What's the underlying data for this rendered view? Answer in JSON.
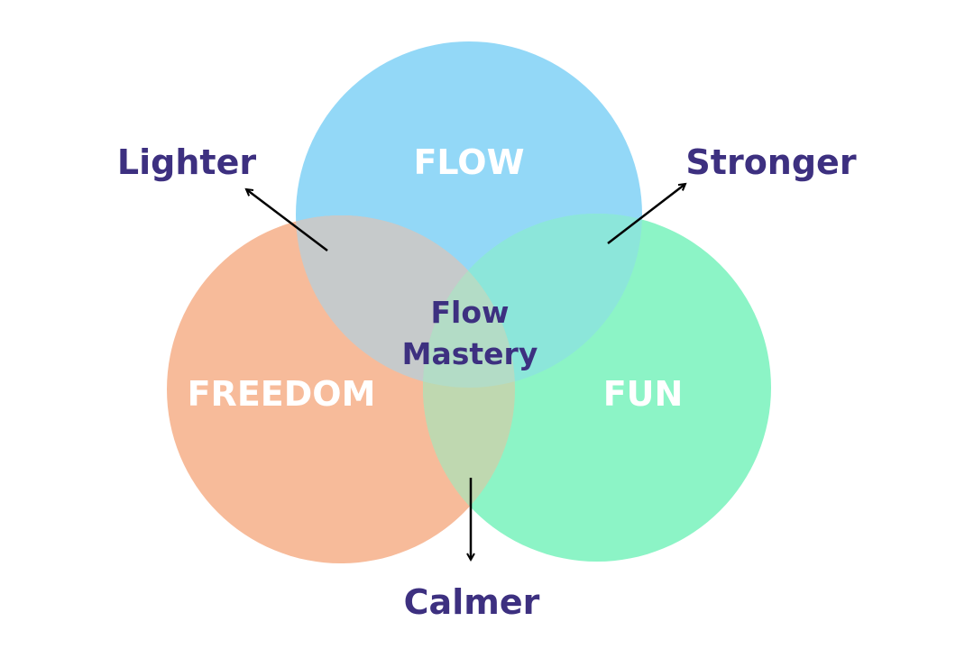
{
  "diagram": {
    "type": "venn",
    "sets": [
      {
        "id": "flow",
        "label": "FLOW",
        "color": "#93d8f7"
      },
      {
        "id": "freedom",
        "label": "FREEDOM",
        "color": "#f7bb9a"
      },
      {
        "id": "fun",
        "label": "FUN",
        "color": "#8cf4c6"
      }
    ],
    "overlaps": [
      {
        "sets": [
          "flow",
          "freedom"
        ],
        "color": "#c6cacb",
        "outcome": "Lighter"
      },
      {
        "sets": [
          "flow",
          "fun"
        ],
        "color": "#8ce6da",
        "outcome": "Stronger"
      },
      {
        "sets": [
          "freedom",
          "fun"
        ],
        "color": "#bfd8b0",
        "outcome": "Calmer"
      },
      {
        "sets": [
          "flow",
          "freedom",
          "fun"
        ],
        "color": "#b3dcc6"
      }
    ],
    "center_label_line1": "Flow",
    "center_label_line2": "Mastery",
    "outcomes": {
      "lighter": "Lighter",
      "stronger": "Stronger",
      "calmer": "Calmer"
    },
    "text_color": "#3d3080",
    "arrow_color": "#000000"
  }
}
